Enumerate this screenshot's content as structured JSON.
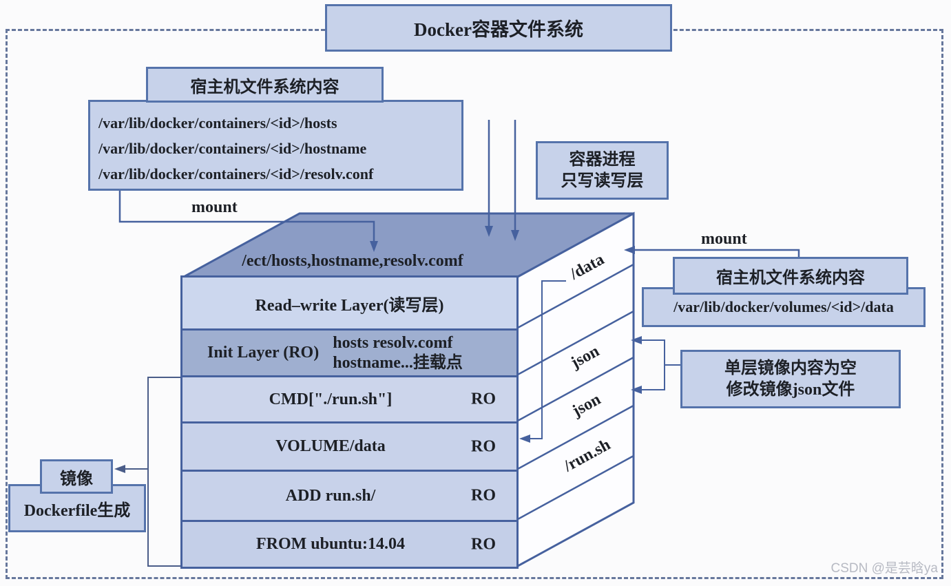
{
  "diagram": {
    "title": "Docker容器文件系统",
    "host_fs_left": {
      "title": "宿主机文件系统内容",
      "path1": "/var/lib/docker/containers/<id>/hosts",
      "path2": "/var/lib/docker/containers/<id>/hostname",
      "path3": "/var/lib/docker/containers/<id>/resolv.conf"
    },
    "mount_left": "mount",
    "container_process": {
      "line1": "容器进程",
      "line2": "只写读写层"
    },
    "stack": {
      "top_label": "/ect/hosts,hostname,resolv.comf",
      "layer_rw": {
        "name": "Read–write Layer(读写层)"
      },
      "layer_init": {
        "name": "Init Layer (RO)",
        "note1": "hosts resolv.comf",
        "note2": "hostname...挂载点"
      },
      "layer_cmd": {
        "name": "CMD[\"./run.sh\"]",
        "ro": "RO"
      },
      "layer_volume": {
        "name": "VOLUME/data",
        "ro": "RO"
      },
      "layer_add": {
        "name": "ADD run.sh/",
        "ro": "RO"
      },
      "layer_from": {
        "name": "FROM ubuntu:14.04",
        "ro": "RO"
      },
      "side_label_1": "/data",
      "side_label_2": "json",
      "side_label_3": "json",
      "side_label_4": "/run.sh"
    },
    "mount_right": "mount",
    "host_fs_right": {
      "title": "宿主机文件系统内容",
      "path": "/var/lib/docker/volumes/<id>/data"
    },
    "json_note": {
      "line1": "单层镜像内容为空",
      "line2": "修改镜像json文件"
    },
    "image_box": "镜像",
    "dockerfile_box": "Dockerfile生成",
    "watermark": "CSDN @是芸晗ya",
    "colors": {
      "box_fill": "#c7d2ea",
      "box_border": "#5573ab",
      "top_face": "#8b9cc5",
      "init_layer_fill": "#9fafd0",
      "connector_line": "#46619e",
      "dashed_frame": "#66779c",
      "watermark_gray": "#b7bac3"
    }
  }
}
